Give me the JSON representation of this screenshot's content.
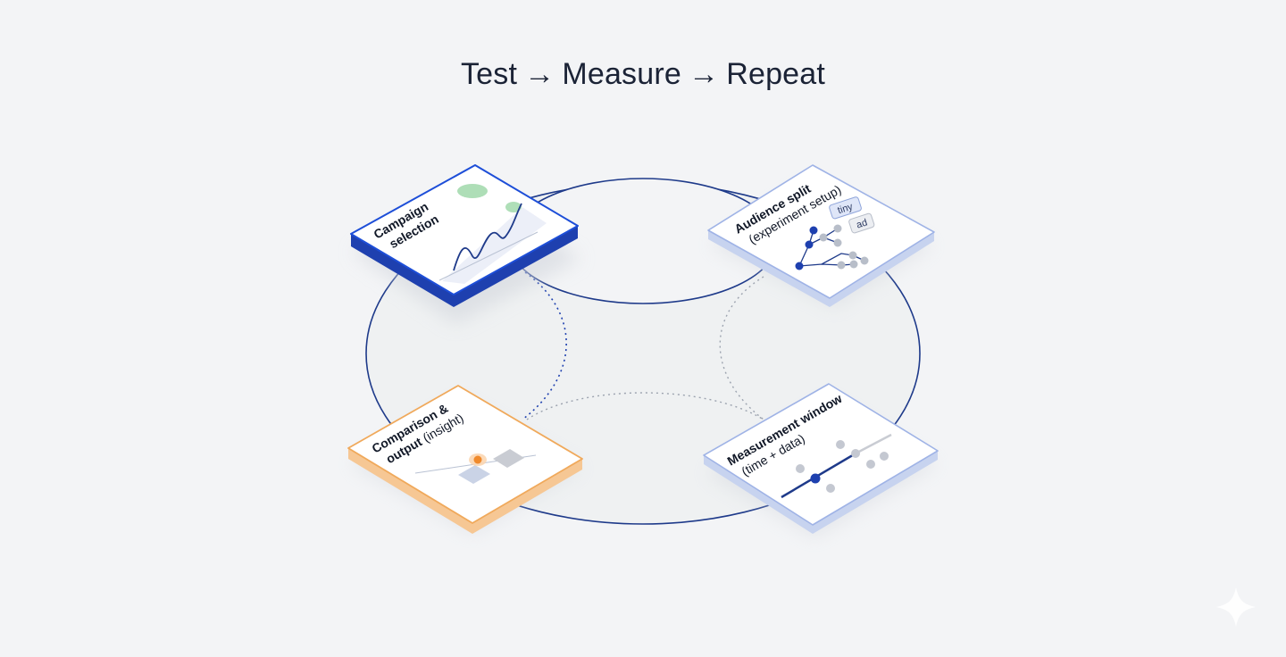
{
  "title": {
    "step1": "Test",
    "step2": "Measure",
    "step3": "Repeat",
    "arrow": "→"
  },
  "cards": {
    "campaign": {
      "line1": "Campaign",
      "line2": "selection"
    },
    "audience": {
      "line1": "Audience split",
      "line2": "(experiment setup)",
      "tag1": "tiny",
      "tag2": "ad"
    },
    "measurement": {
      "line1": "Measurement window",
      "line2": "(time + data)"
    },
    "comparison": {
      "line1": "Comparison &",
      "line2": "output",
      "line2b": " (insight)"
    }
  },
  "colors": {
    "background": "#f3f4f6",
    "ring": "#1e3a8a",
    "campaign_border": "#1d4ed8",
    "audience_border": "#9fb3e6",
    "measurement_border": "#9fb3e6",
    "comparison_border": "#f0a95b",
    "green_accent": "#7fce8f",
    "orange_accent": "#f08a2c"
  },
  "icons": {
    "corner": "sparkle-icon"
  }
}
